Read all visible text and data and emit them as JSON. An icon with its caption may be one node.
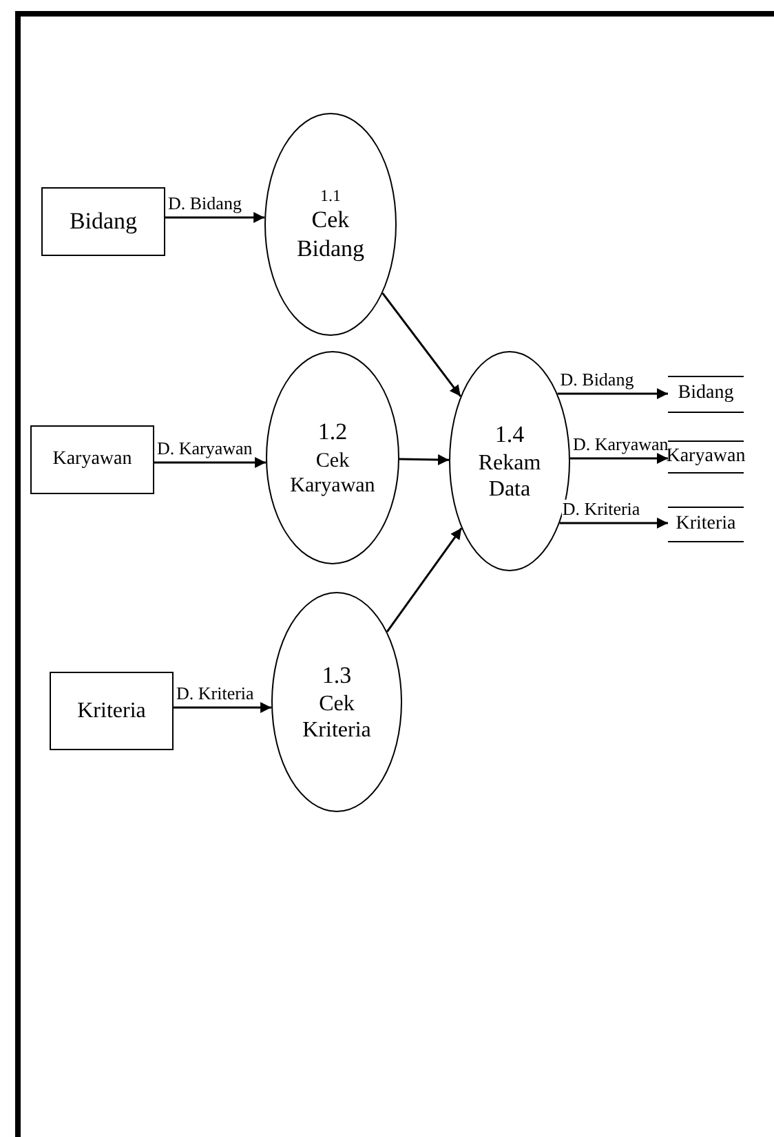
{
  "diagram": {
    "nodes": [
      {
        "text": [
          "Bidang"
        ]
      },
      {
        "text": [
          "1.1",
          "Cek Bidang"
        ]
      },
      {
        "text": [
          "Karyawan"
        ]
      },
      {
        "text": [
          "1.2",
          "Cek Karyawan"
        ]
      },
      {
        "text": [
          "Kriteria"
        ]
      },
      {
        "text": [
          "1.3",
          "Cek Kriteria"
        ]
      },
      {
        "text": [
          "1.4",
          "Rekam Data"
        ]
      },
      {
        "text": [
          "Bidang"
        ]
      },
      {
        "text": [
          "Karyawan"
        ]
      },
      {
        "text": [
          "Kriteria"
        ]
      }
    ],
    "edges": [
      {
        "from": 0,
        "to": 1,
        "arrow": "to",
        "label": "D. Bidang"
      },
      {
        "from": 2,
        "to": 3,
        "arrow": "to",
        "label": "D. Karyawan"
      },
      {
        "from": 4,
        "to": 5,
        "arrow": "to",
        "label": "D. Kriteria"
      },
      {
        "from": 1,
        "to": 6,
        "arrow": "to"
      },
      {
        "from": 3,
        "to": 6,
        "arrow": "to"
      },
      {
        "from": 5,
        "to": 6,
        "arrow": "to"
      },
      {
        "from": 6,
        "to": 7,
        "arrow": "to",
        "label": "D. Bidang"
      },
      {
        "from": 6,
        "to": 8,
        "arrow": "to",
        "label": "D. Karyawan"
      },
      {
        "from": 6,
        "to": 9,
        "arrow": "to",
        "label": "D. Kriteria"
      }
    ]
  }
}
